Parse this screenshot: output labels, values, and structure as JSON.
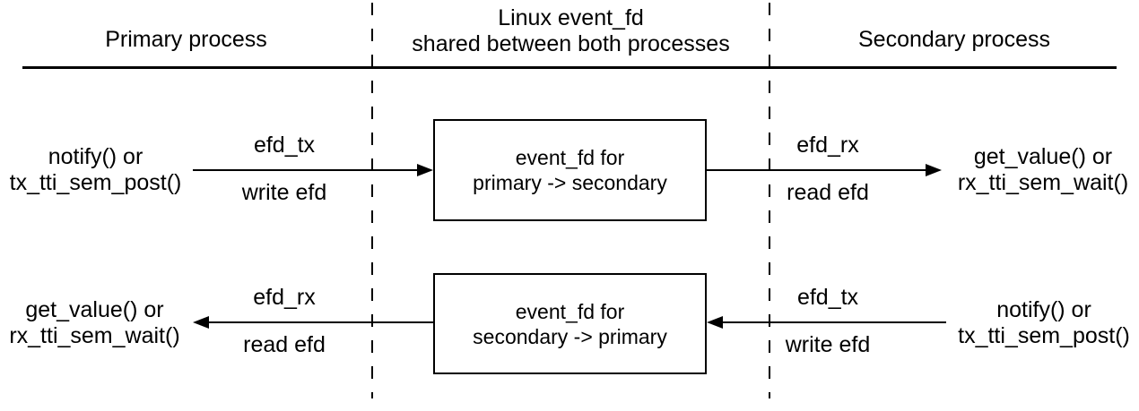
{
  "diagram": {
    "title": "Linux event_fd shared between both processes diagram",
    "colors": {
      "line": "#000000",
      "text": "#000000",
      "background": "#ffffff"
    },
    "headers": {
      "left": "Primary process",
      "middle_line1": "Linux event_fd",
      "middle_line2": "shared between both processes",
      "right": "Secondary process"
    },
    "row1": {
      "left_text_line1": "notify() or",
      "left_text_line2": "tx_tti_sem_post()",
      "left_arrow_label_top": "efd_tx",
      "left_arrow_label_bottom": "write efd",
      "box_line1": "event_fd for",
      "box_line2": "primary -> secondary",
      "right_arrow_label_top": "efd_rx",
      "right_arrow_label_bottom": "read efd",
      "right_text_line1": "get_value() or",
      "right_text_line2": "rx_tti_sem_wait()"
    },
    "row2": {
      "left_text_line1": "get_value() or",
      "left_text_line2": "rx_tti_sem_wait()",
      "left_arrow_label_top": "efd_rx",
      "left_arrow_label_bottom": "read efd",
      "box_line1": "event_fd for",
      "box_line2": "secondary -> primary",
      "right_arrow_label_top": "efd_tx",
      "right_arrow_label_bottom": "write efd",
      "right_text_line1": "notify() or",
      "right_text_line2": "tx_tti_sem_post()"
    }
  }
}
